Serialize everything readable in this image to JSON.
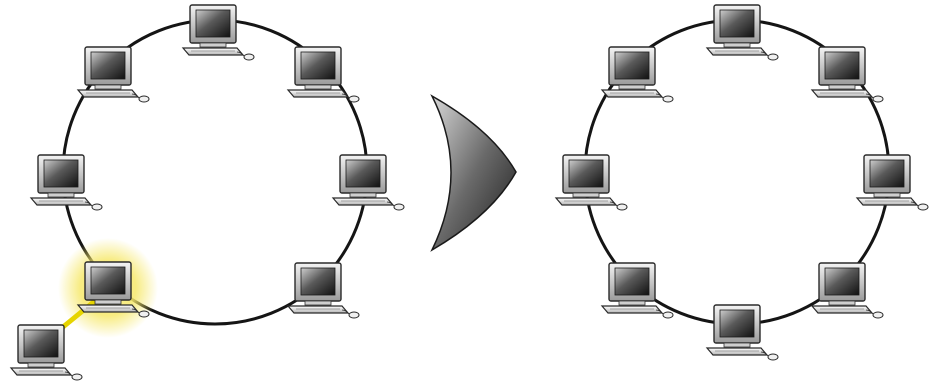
{
  "diagram": {
    "type": "network-topology-transition",
    "topology": "ring",
    "arrow_direction": "right",
    "highlight_color": "#f2e55b",
    "link_color": "#e6d400",
    "ring_color": "#151515",
    "before": {
      "nodes_on_ring": 7,
      "joining_nodes": 1,
      "highlighted_node_index": 5
    },
    "after": {
      "nodes_on_ring": 8
    },
    "icon": "computer-workstation-icon"
  }
}
